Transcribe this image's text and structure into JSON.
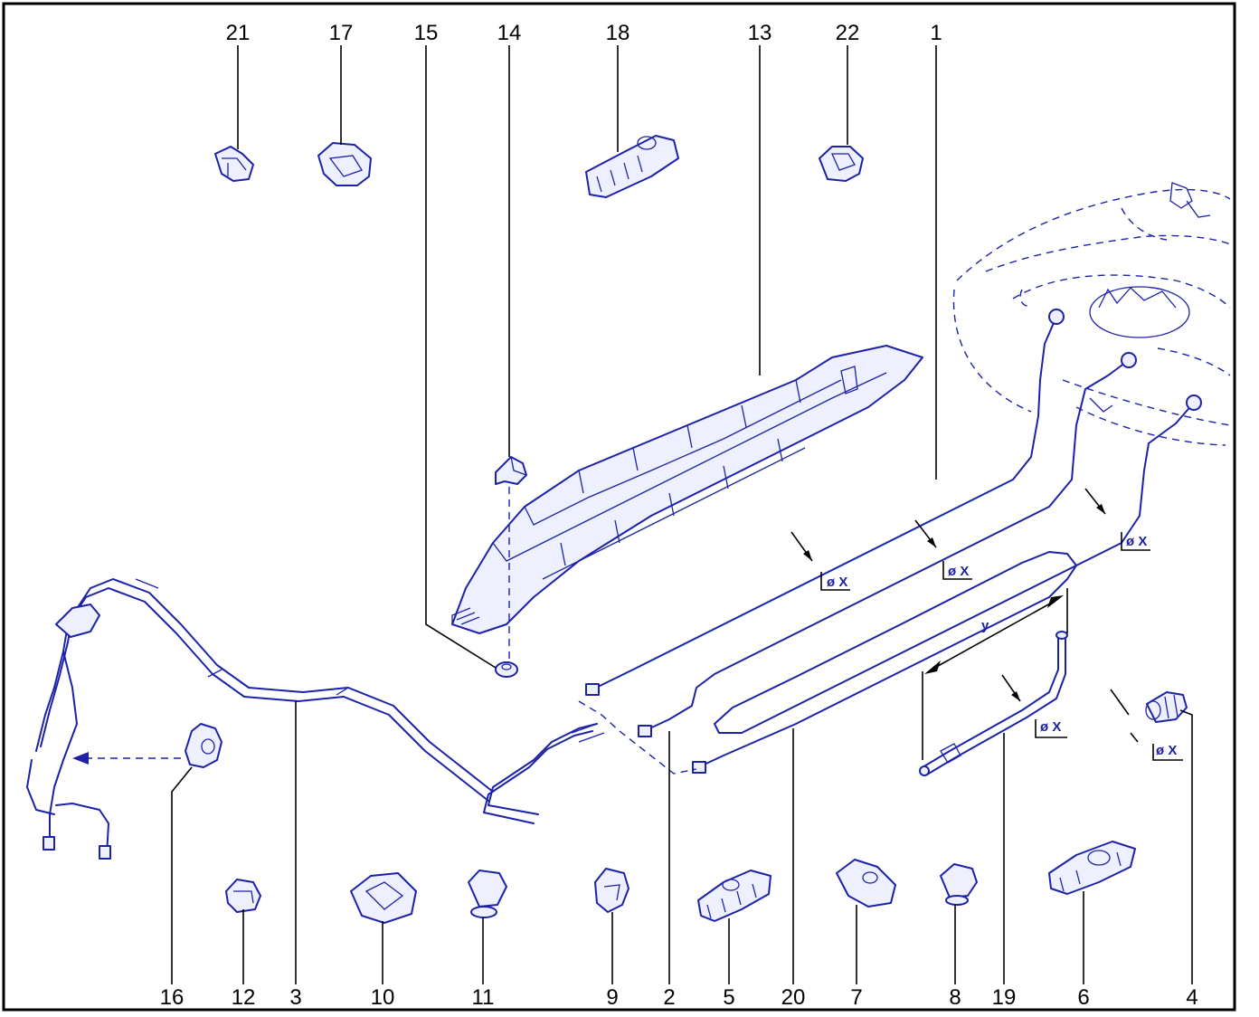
{
  "callouts": [
    {
      "id": "21",
      "label": "21"
    },
    {
      "id": "17",
      "label": "17"
    },
    {
      "id": "15",
      "label": "15"
    },
    {
      "id": "14",
      "label": "14"
    },
    {
      "id": "18",
      "label": "18"
    },
    {
      "id": "13",
      "label": "13"
    },
    {
      "id": "22",
      "label": "22"
    },
    {
      "id": "1",
      "label": "1"
    },
    {
      "id": "16",
      "label": "16"
    },
    {
      "id": "12",
      "label": "12"
    },
    {
      "id": "3",
      "label": "3"
    },
    {
      "id": "10",
      "label": "10"
    },
    {
      "id": "11",
      "label": "11"
    },
    {
      "id": "9",
      "label": "9"
    },
    {
      "id": "2",
      "label": "2"
    },
    {
      "id": "5",
      "label": "5"
    },
    {
      "id": "20",
      "label": "20"
    },
    {
      "id": "7",
      "label": "7"
    },
    {
      "id": "8",
      "label": "8"
    },
    {
      "id": "19",
      "label": "19"
    },
    {
      "id": "6",
      "label": "6"
    },
    {
      "id": "4",
      "label": "4"
    }
  ],
  "dimensions": {
    "diameter": "ø X",
    "length": "y"
  },
  "colors": {
    "linework": "#1c22a8",
    "labels": "#000000",
    "background": "#ffffff"
  }
}
